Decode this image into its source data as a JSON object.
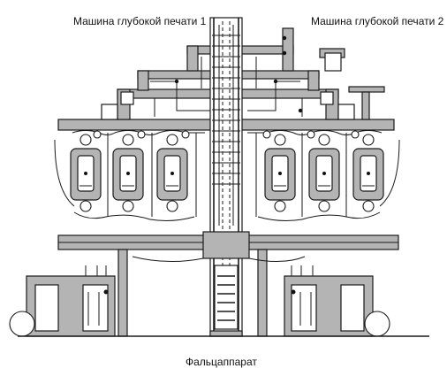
{
  "labels": {
    "press1": "Машина глубокой печати 1",
    "press2": "Машина глубокой печати 2",
    "folder": "Фальцаппарат"
  },
  "colors": {
    "machine_fill": "#b4b4b4",
    "outline": "#1a1a1a",
    "background": "#ffffff"
  }
}
